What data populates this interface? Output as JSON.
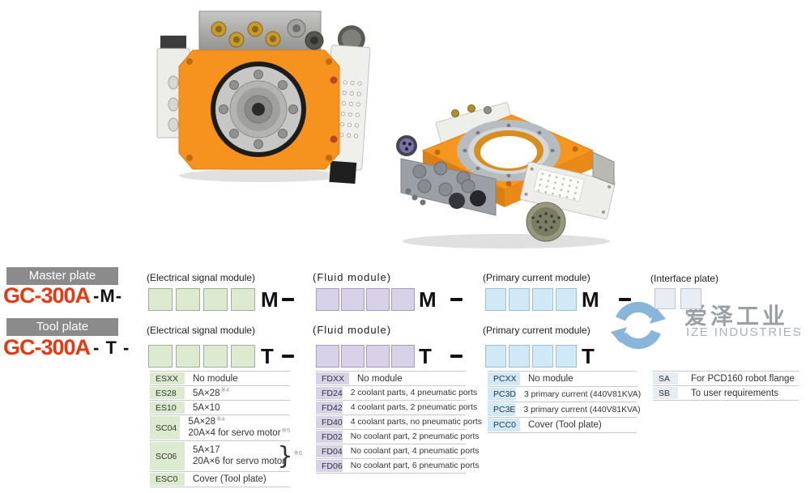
{
  "brand": {
    "cn": "爱泽工业",
    "en": "IZE INDUSTRIES",
    "logo_blue": "#8ab5db"
  },
  "colors": {
    "accent_red": "#e8380d",
    "electrical_green": "#dcebd0",
    "fluid_purple": "#d7d2e8",
    "primary_blue": "#cfe9f6",
    "interface_gray": "#e7ecf2",
    "plate_tag_bg": "#8b8b8b"
  },
  "master": {
    "plate_label": "Master plate",
    "code": "GC-300A",
    "suffix": "-M-",
    "slot_letter": "M"
  },
  "tool": {
    "plate_label": "Tool plate",
    "code": "GC-300A",
    "suffix": "- T -",
    "slot_letter": "T"
  },
  "labels": {
    "electrical": "(Electrical signal module)",
    "fluid": "(Fluid module)",
    "primary": "(Primary current module)",
    "interface": "(Interface plate)"
  },
  "tables": {
    "electrical": [
      {
        "code": "ESXX",
        "desc": "No module"
      },
      {
        "code": "ES28",
        "desc": "5A×28",
        "note": "※4"
      },
      {
        "code": "ES10",
        "desc": "5A×10"
      },
      {
        "code": "SC04",
        "line1": "5A×28",
        "note1": "※4",
        "line2": "20A×4 for servo motor",
        "note2": "※5"
      },
      {
        "code": "SC06",
        "line1": "5A×17",
        "line2": "20A×6 for servo motor",
        "brace": "}",
        "note": "※6"
      },
      {
        "code": "ESC0",
        "desc": "Cover (Tool plate)"
      }
    ],
    "fluid": [
      {
        "code": "FDXX",
        "desc": "No module"
      },
      {
        "code": "FD24",
        "desc": "2 coolant parts, 4 pneumatic ports"
      },
      {
        "code": "FD42",
        "desc": "4 coolant parts, 2 pneumatic ports"
      },
      {
        "code": "FD40",
        "desc": "4 coolant parts, no pneumatic ports"
      },
      {
        "code": "FD02",
        "desc": "No coolant part, 2 pneumatic ports"
      },
      {
        "code": "FD04",
        "desc": "No coolant part, 4 pneumatic ports"
      },
      {
        "code": "FD06",
        "desc": "No coolant part, 6 pneumatic ports"
      }
    ],
    "primary": [
      {
        "code": "PCXX",
        "desc": "No module"
      },
      {
        "code": "PC3D",
        "desc": "3 primary current (440V81KVA)"
      },
      {
        "code": "PC3E",
        "desc": "3 primary current (440V81KVA)"
      },
      {
        "code": "PCC0",
        "desc": "Cover (Tool plate)"
      }
    ],
    "interface": [
      {
        "code": "SA",
        "desc": "For PCD160 robot flange"
      },
      {
        "code": "SB",
        "desc": "To user requirements"
      }
    ]
  }
}
